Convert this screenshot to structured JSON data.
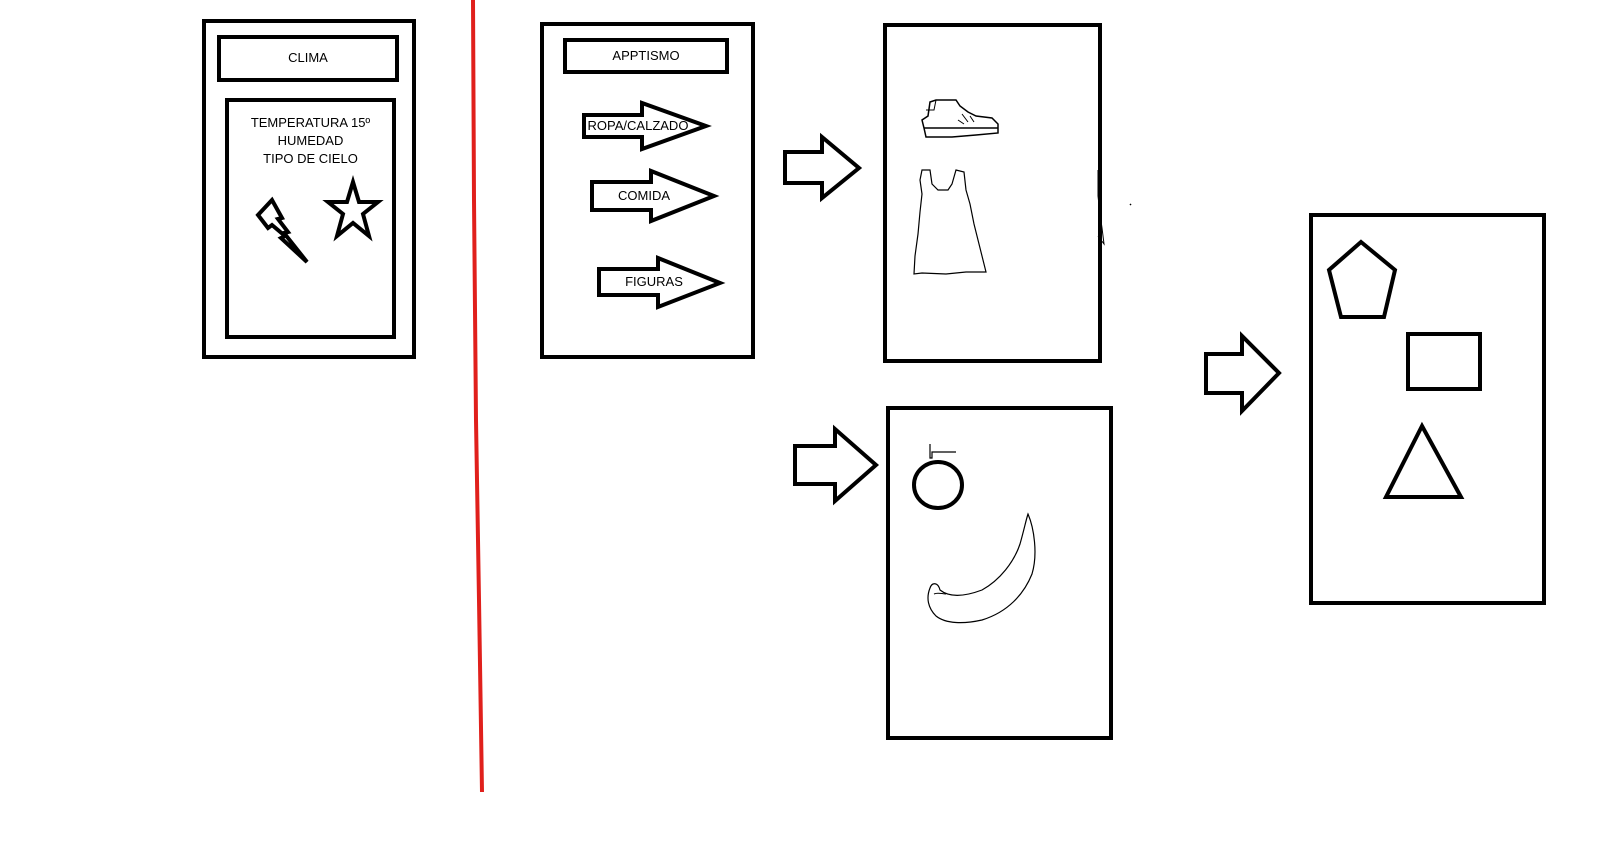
{
  "clima": {
    "title": "CLIMA",
    "lines": [
      "TEMPERATURA 15º",
      "HUMEDAD",
      "TIPO DE CIELO"
    ],
    "icons": [
      "lightning-icon",
      "star-icon"
    ]
  },
  "apptismo": {
    "title": "APPTISMO",
    "menu": [
      "ROPA/CALZADO",
      "COMIDA",
      "FIGURAS"
    ]
  },
  "screens": {
    "ropa": {
      "icons": [
        "shoe-icon",
        "dress-icon"
      ]
    },
    "comida": {
      "icons": [
        "apple-icon",
        "banana-icon"
      ]
    },
    "figuras": {
      "icons": [
        "pentagon-icon",
        "rectangle-icon",
        "triangle-icon"
      ]
    }
  },
  "colors": {
    "divider": "#e0201c",
    "stroke": "#000000",
    "background": "#ffffff"
  }
}
